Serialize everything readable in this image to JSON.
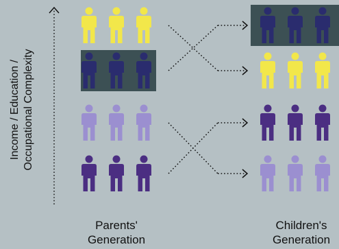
{
  "axis": {
    "line1": "Income / Education /",
    "line2": "Occupational Complexity"
  },
  "labels": {
    "parents_line1": "Parents'",
    "parents_line2": "Generation",
    "children_line1": "Children's",
    "children_line2": "Generation"
  },
  "colors": {
    "background": "#b5c0c4",
    "yellow": "#f2e74a",
    "navy": "#2a2c6e",
    "lavender": "#9b8fd0",
    "purple": "#4b2e82",
    "highlight_box": "#3c5054",
    "arrow": "#111111"
  },
  "parents": [
    {
      "color_key": "yellow",
      "highlight": false
    },
    {
      "color_key": "navy",
      "highlight": true
    },
    {
      "color_key": "lavender",
      "highlight": false
    },
    {
      "color_key": "purple",
      "highlight": false
    }
  ],
  "children": [
    {
      "color_key": "navy",
      "highlight": true
    },
    {
      "color_key": "yellow",
      "highlight": false
    },
    {
      "color_key": "purple",
      "highlight": false
    },
    {
      "color_key": "lavender",
      "highlight": false
    }
  ],
  "mobility_arrows": [
    {
      "from": "parents.0",
      "to": "children.1"
    },
    {
      "from": "parents.1",
      "to": "children.0"
    },
    {
      "from": "parents.2",
      "to": "children.3"
    },
    {
      "from": "parents.3",
      "to": "children.2"
    }
  ]
}
